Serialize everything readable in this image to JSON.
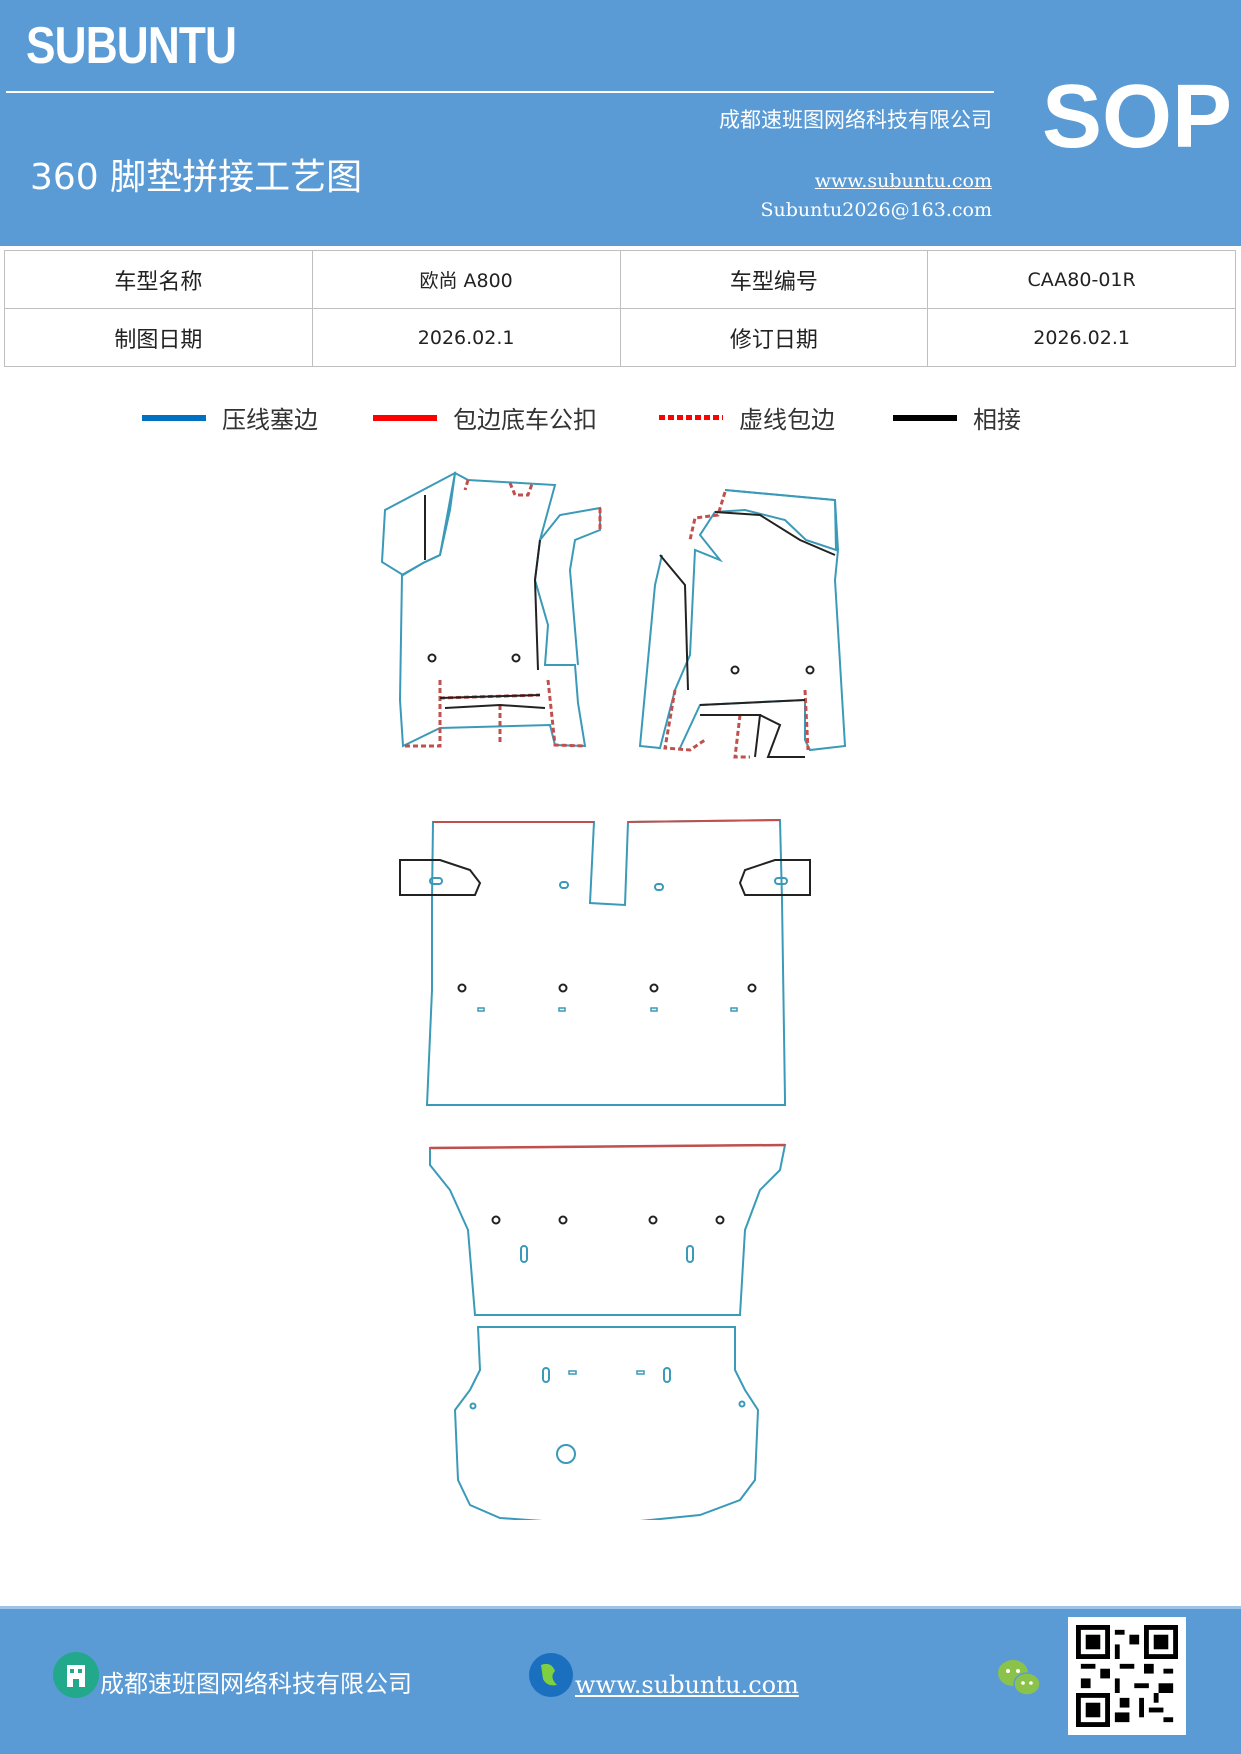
{
  "header": {
    "brand": "SUBUNTU",
    "badge": "SOP",
    "title": "360 脚垫拼接工艺图",
    "company": "成都速班图网络科技有限公司",
    "website": "www.subuntu.com",
    "email": "Subuntu2026@163.com",
    "color": "#5b9bd5"
  },
  "info_table": [
    [
      "车型名称",
      "欧尚 A800",
      "车型编号",
      "CAA80-01R"
    ],
    [
      "制图日期",
      "2026.02.1",
      "修订日期",
      "2026.02.1"
    ]
  ],
  "legend": [
    {
      "label": "压线塞边",
      "color": "#0070c0",
      "style": "solid"
    },
    {
      "label": "包边底车公扣",
      "color": "#ff0000",
      "style": "solid"
    },
    {
      "label": "虚线包边",
      "color": "#ff0000",
      "style": "dotted"
    },
    {
      "label": "相接",
      "color": "#000000",
      "style": "solid"
    }
  ],
  "footer": {
    "company": "成都速班图网络科技有限公司",
    "website": "www.subuntu.com",
    "icons": [
      "building-icon",
      "globe-icon",
      "wechat-icon",
      "qr-code"
    ]
  }
}
